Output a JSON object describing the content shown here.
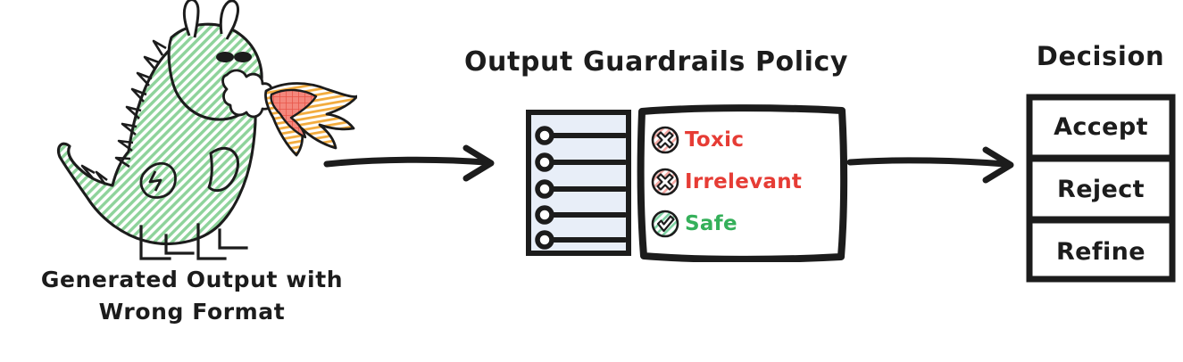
{
  "diagram": {
    "title_flow": "Output guardrails evaluation flow",
    "background_color": "#ffffff",
    "ink_color": "#1c1c1c"
  },
  "source": {
    "caption_line1": "Generated Output with",
    "caption_line2": "Wrong Format",
    "illustration": "dragon-breathing-fire",
    "dragon_body_color": "#8ed39b",
    "dragon_fill_pattern": "diagonal-hatch",
    "flame_outer_color": "#f2a93b",
    "flame_inner_color": "#ef5d4e"
  },
  "policy": {
    "title": "Output Guardrails Policy",
    "document_icon": {
      "name": "bulleted-list-document",
      "fill_color": "#e8eef8",
      "line_count": 5
    },
    "checks": [
      {
        "label": "Toxic",
        "status": "fail",
        "icon": "x-circle-icon",
        "color": "#e63c35",
        "hatch_color": "#f4a9a4"
      },
      {
        "label": "Irrelevant",
        "status": "fail",
        "icon": "x-circle-icon",
        "color": "#e63c35",
        "hatch_color": "#f4a9a4"
      },
      {
        "label": "Safe",
        "status": "pass",
        "icon": "check-circle-icon",
        "color": "#35b05a",
        "hatch_color": "#7fd3a4"
      }
    ]
  },
  "decision": {
    "title": "Decision",
    "options": [
      {
        "label": "Accept"
      },
      {
        "label": "Reject"
      },
      {
        "label": "Refine"
      }
    ]
  },
  "arrows": [
    {
      "name": "arrow-output-to-policy",
      "direction": "right"
    },
    {
      "name": "arrow-policy-to-decision",
      "direction": "right"
    }
  ]
}
